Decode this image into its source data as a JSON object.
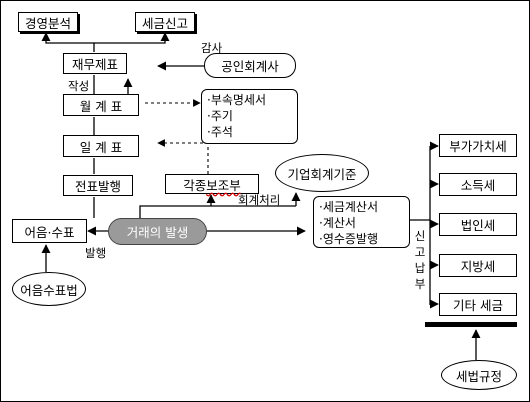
{
  "nodes": {
    "management_analysis": "경영분석",
    "tax_return": "세금신고",
    "financial_statements": "재무제표",
    "cpa": "공인회계사",
    "monthly_table": "월 계 표",
    "supporting_schedules": [
      "·부속명세서",
      "·주기",
      "·주석"
    ],
    "daily_table": "일 계 표",
    "voucher_issuance": "전표발행",
    "subsidiary_books": {
      "prefix": "각종 ",
      "underlined": "보조부"
    },
    "corporate_accounting_standards": "기업회계기준",
    "notes_checks": "어음·수표",
    "transaction_occurrence": "거래의 발생",
    "tax_documents": [
      "·세금계산서",
      "·계산서",
      "·영수증발행"
    ],
    "notes_checks_act": "어음수표법",
    "taxes": [
      "부가가치세",
      "소득세",
      "법인세",
      "지방세",
      "기타 세금"
    ],
    "tax_law": "세법규정"
  },
  "labels": {
    "audit": "감사",
    "preparation": "작성",
    "accounting_processing": "회계처리",
    "issuance": "발행",
    "report_payment": "신고납부"
  }
}
